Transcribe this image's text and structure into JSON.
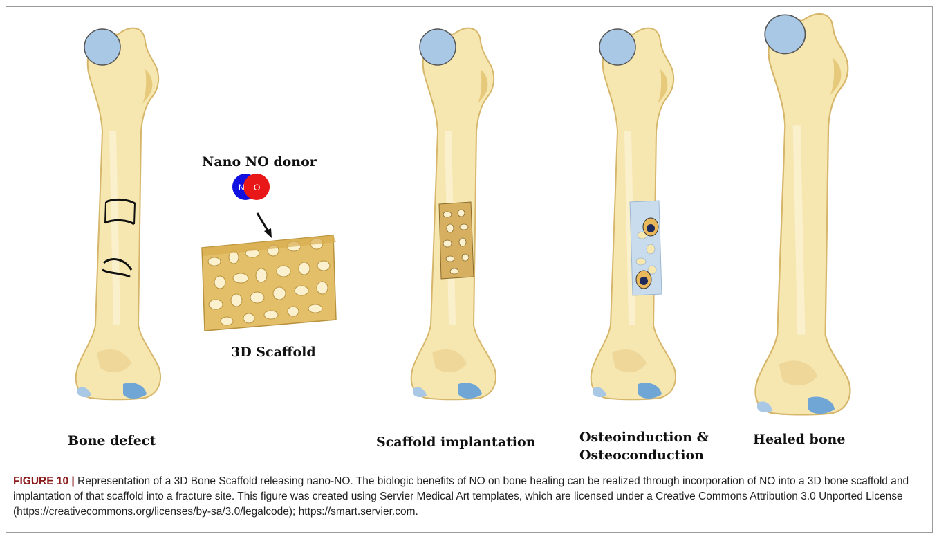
{
  "panels": {
    "bone_defect": "Bone defect",
    "nano_no_donor": "Nano NO donor",
    "atom_n": "N",
    "atom_o": "O",
    "scaffold": "3D Scaffold",
    "scaffold_implantation": "Scaffold implantation",
    "osteo_line1": "Osteoinduction &",
    "osteo_line2": "Osteoconduction",
    "healed_bone": "Healed bone"
  },
  "caption": {
    "figure_label": "FIGURE 10 |",
    "text": " Representation of a 3D Bone Scaffold releasing nano-NO. The biologic benefits of NO on bone healing can be realized through incorporation of NO into a 3D bone scaffold and implantation of that scaffold into a fracture site. This figure was created using Servier Medical Art templates, which are licensed under a Creative Commons Attribution 3.0 Unported License (https://creativecommons.org/licenses/by-sa/3.0/legalcode); https://smart.servier.com."
  },
  "colors": {
    "bone": "#f6e6b0",
    "bone_shade": "#e6c97a",
    "cartilage": "#a9c8e6",
    "scaffold": "#e3bf6a",
    "nitrogen": "#1010e0",
    "oxygen": "#e81818",
    "caption_label": "#8b1a1a"
  }
}
